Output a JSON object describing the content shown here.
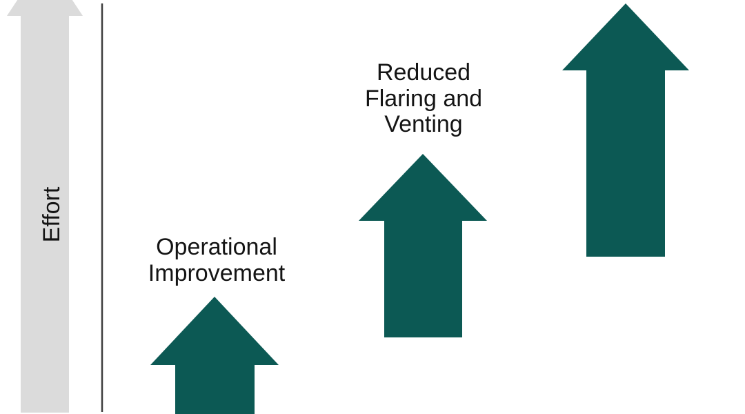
{
  "colors": {
    "step_arrow_teal": "#0C5954",
    "effort_arrow_gray": "#DBDBDB",
    "axis_line": "#3F3F3F",
    "text": "#141414"
  },
  "effort_axis": {
    "label": "Effort"
  },
  "steps": [
    {
      "label": "Operational\nImprovement",
      "relative_size": "small"
    },
    {
      "label": "Reduced\nFlaring and\nVenting",
      "relative_size": "medium"
    },
    {
      "label": "",
      "relative_size": "large"
    }
  ]
}
